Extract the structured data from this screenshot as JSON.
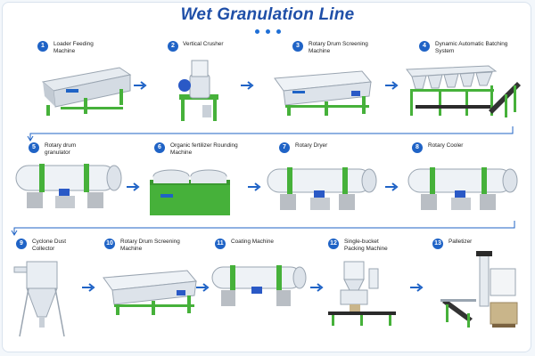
{
  "title": "Wet Granulation Line",
  "colors": {
    "accent": "#1f63c6",
    "green": "#46b13a",
    "drum": "#e9eef3",
    "base": "#b9bec4"
  },
  "steps": [
    {
      "num": "1",
      "label": "Loader Feeding Machine",
      "icon": "loader-feeder-icon"
    },
    {
      "num": "2",
      "label": "Vertical Crusher",
      "icon": "vertical-crusher-icon"
    },
    {
      "num": "3",
      "label": "Rotary Drum Screening Machine",
      "icon": "rotary-screen-icon"
    },
    {
      "num": "4",
      "label": "Dynamic Automatic Batching System",
      "icon": "batching-system-icon"
    },
    {
      "num": "5",
      "label": "Rotary drum granulator",
      "icon": "drum-granulator-icon"
    },
    {
      "num": "6",
      "label": "Organic fertilizer Rounding Machine",
      "icon": "rounding-machine-icon"
    },
    {
      "num": "7",
      "label": "Rotary Dryer",
      "icon": "rotary-dryer-icon"
    },
    {
      "num": "8",
      "label": "Rotary Cooler",
      "icon": "rotary-cooler-icon"
    },
    {
      "num": "9",
      "label": "Cyclone Dust Collector",
      "icon": "cyclone-collector-icon"
    },
    {
      "num": "10",
      "label": "Rotary Drum Screening Machine",
      "icon": "rotary-screen-icon"
    },
    {
      "num": "11",
      "label": "Coating Machine",
      "icon": "coating-machine-icon"
    },
    {
      "num": "12",
      "label": "Single-bucket Packing Machine",
      "icon": "packing-machine-icon"
    },
    {
      "num": "13",
      "label": "Palletizer",
      "icon": "palletizer-icon"
    }
  ]
}
